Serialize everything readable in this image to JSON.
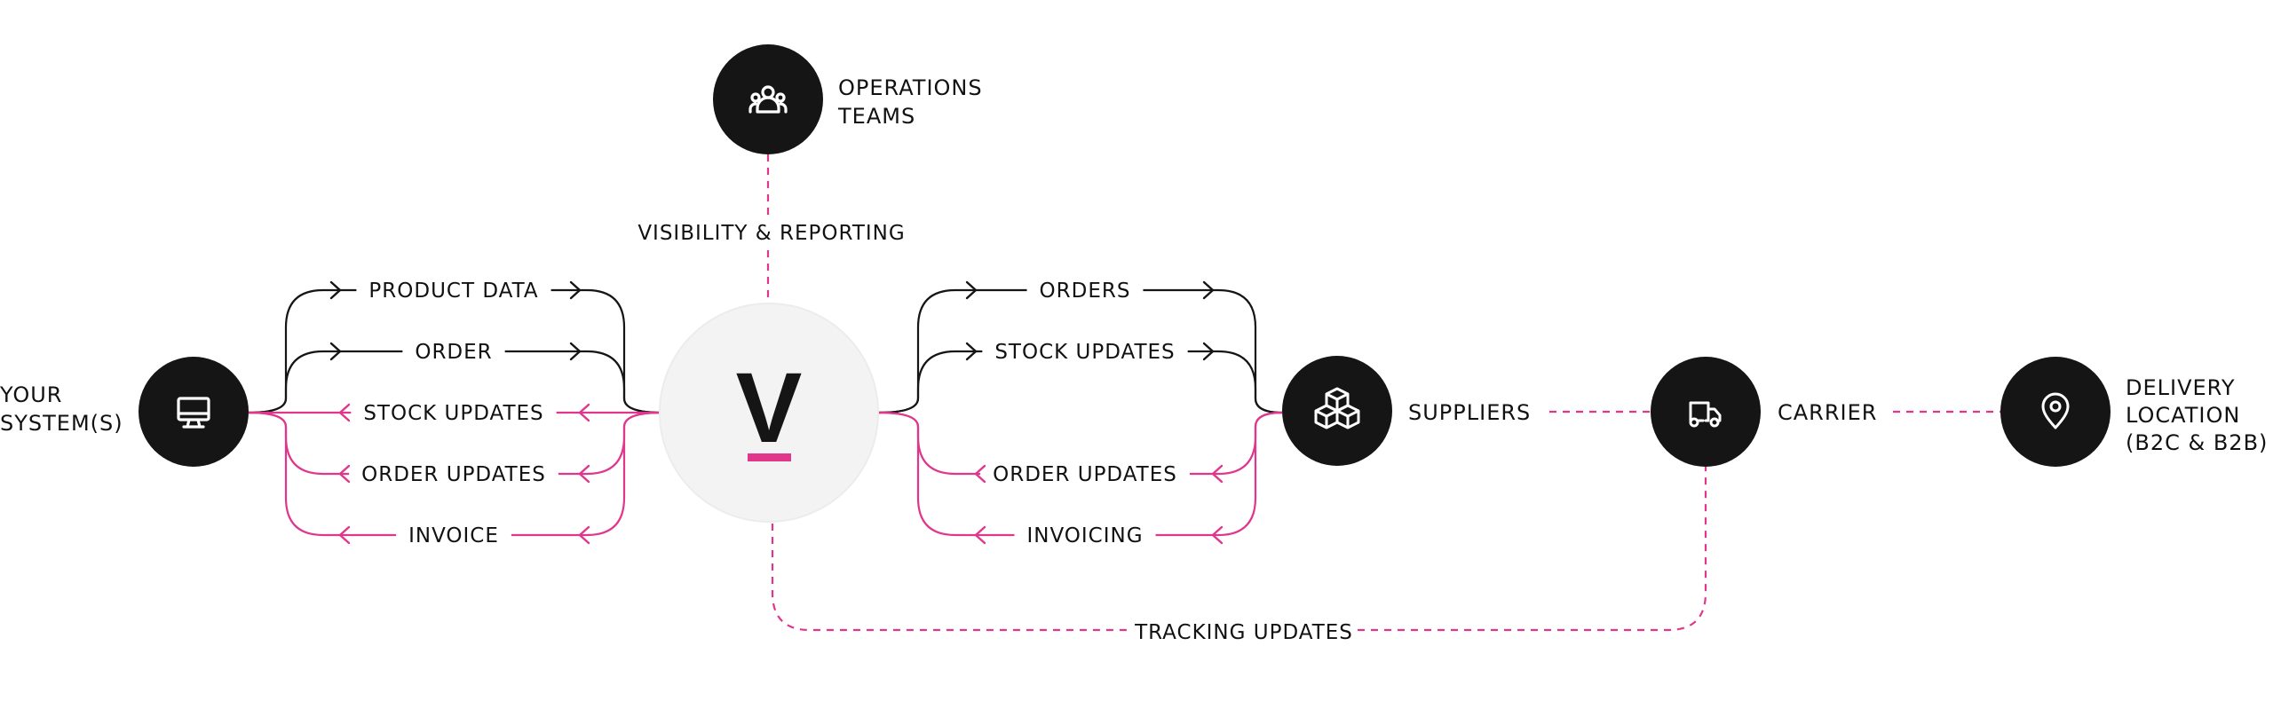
{
  "colors": {
    "dark": "#151515",
    "accent": "#e0368c",
    "hub_fill": "#f3f3f3",
    "background": "#ffffff"
  },
  "nodes": {
    "operations": {
      "label_line1": "OPERATIONS",
      "label_line2": "TEAMS",
      "icon": "team-icon"
    },
    "your_systems": {
      "label_line1": "YOUR",
      "label_line2": "SYSTEM(S)",
      "icon": "monitor-icon"
    },
    "hub": {
      "logo_text": "V"
    },
    "suppliers": {
      "label": "SUPPLIERS",
      "icon": "boxes-icon"
    },
    "carrier": {
      "label": "CARRIER",
      "icon": "truck-icon"
    },
    "delivery": {
      "label_line1": "DELIVERY",
      "label_line2": "LOCATION",
      "label_line3": "(B2C & B2B)",
      "icon": "location-pin-icon"
    }
  },
  "links": {
    "visibility": "VISIBILITY & REPORTING",
    "tracking": "TRACKING UPDATES"
  },
  "left_flows": [
    {
      "label": "PRODUCT DATA",
      "direction": "right",
      "color": "dark"
    },
    {
      "label": "ORDER",
      "direction": "right",
      "color": "dark"
    },
    {
      "label": "STOCK UPDATES",
      "direction": "left",
      "color": "accent"
    },
    {
      "label": "ORDER UPDATES",
      "direction": "left",
      "color": "accent"
    },
    {
      "label": "INVOICE",
      "direction": "left",
      "color": "accent"
    }
  ],
  "right_flows": [
    {
      "label": "ORDERS",
      "direction": "right",
      "color": "dark"
    },
    {
      "label": "STOCK UPDATES",
      "direction": "right",
      "color": "dark"
    },
    {
      "label": "ORDER UPDATES",
      "direction": "left",
      "color": "accent"
    },
    {
      "label": "INVOICING",
      "direction": "left",
      "color": "accent"
    }
  ]
}
